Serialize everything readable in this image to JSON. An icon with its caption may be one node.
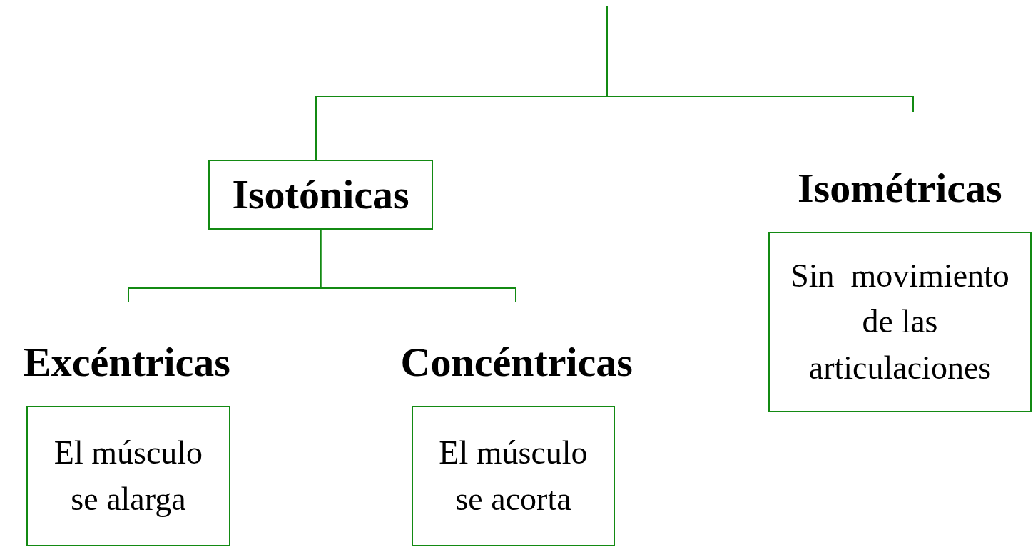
{
  "diagram": {
    "nodes": [
      {
        "text": [
          "Isotónicas"
        ]
      },
      {
        "text": [
          "Isométricas",
          "Sin  movimiento de las articulaciones"
        ]
      },
      {
        "text": [
          "Excéntricas",
          "El músculo se alarga"
        ]
      },
      {
        "text": [
          "Concéntricas",
          "El músculo se acorta"
        ]
      }
    ],
    "edges": [
      {
        "from": null,
        "to": 0,
        "arrow": "none"
      },
      {
        "from": null,
        "to": 1,
        "arrow": "none"
      },
      {
        "from": 0,
        "to": 2,
        "arrow": "none"
      },
      {
        "from": 0,
        "to": 3,
        "arrow": "none"
      }
    ]
  }
}
